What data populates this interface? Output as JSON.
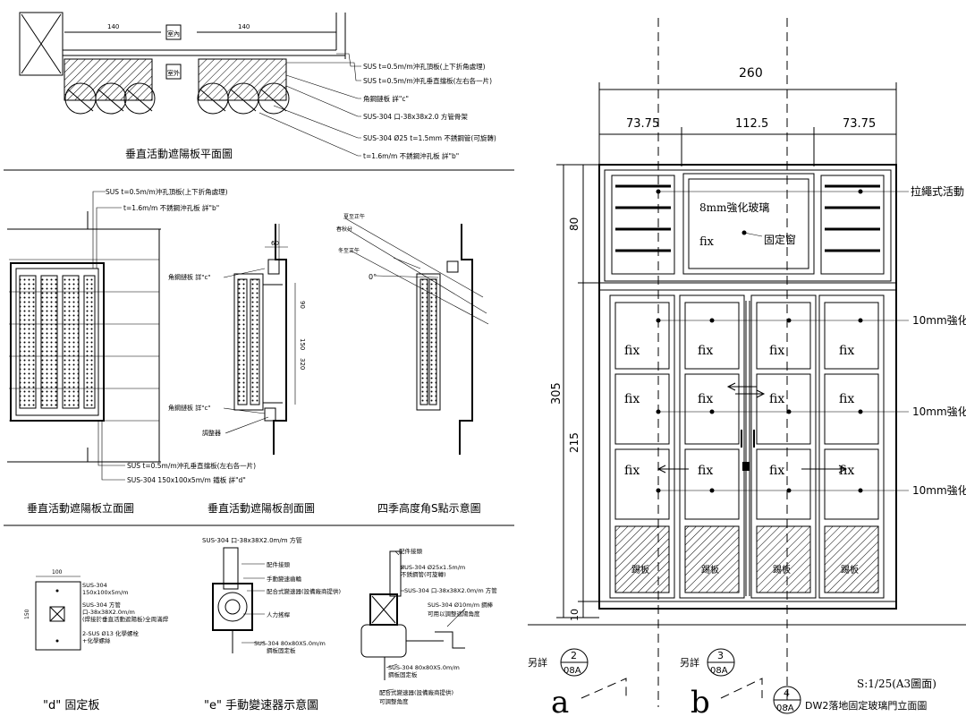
{
  "left": {
    "plan": {
      "title": "垂直活動遮陽板平面圖",
      "dim_left": "140",
      "dim_right": "140",
      "center_top": "室內",
      "center_bottom": "室外",
      "callouts": [
        "SUS t=0.5m/m沖孔頂板(上下折角處理)",
        "SUS t=0.5m/m沖孔垂直擋板(左右各一片)",
        "角鋼鏈板 詳\"c\"",
        "SUS-304 口-38x38x2.0 方管骨架",
        "SUS-304 Ø25 t=1.5mm 不銹鋼管(可旋轉)",
        "t=1.6m/m 不銹鋼沖孔板 詳\"b\""
      ]
    },
    "elevation": {
      "title": "垂直活動遮陽板立面圖",
      "callout_1": "SUS t=0.5m/m沖孔頂板(上下折角處理)",
      "callout_2": "t=1.6m/m 不銹鋼沖孔板 詳\"b\"",
      "callout_3": "SUS t=0.5m/m沖孔垂直擋板(左右各一片)",
      "callout_4": "SUS-304 150x100x5m/m 鐵板 詳\"d\""
    },
    "section": {
      "title": "垂直活動遮陽板剖面圖",
      "dim_top": "60",
      "dim_a": "90",
      "dim_b": "150",
      "dim_c": "320",
      "callout_c1": "角鋼鏈板 詳\"c\"",
      "callout_c2": "角鋼鏈板 詳\"c\"",
      "label_device": "調整器"
    },
    "sun": {
      "title": "四季高度角S點示意圖",
      "label_1": "夏至正午",
      "label_2": "春秋分",
      "label_3": "冬至正午",
      "zero": "0°"
    },
    "detail_d": {
      "title": "\"d\" 固定板",
      "dim_top": "100",
      "dim_side": "150",
      "notes": [
        "SUS-304",
        "150x100x5m/m",
        "SUS-304 方管",
        "口-38x38X2.0m/m",
        "(焊接於垂直活動遮陽板)全周滿焊",
        "2-SUS Ø13 化學螺栓",
        "+化學螺絲"
      ]
    },
    "detail_e": {
      "title": "\"e\" 手動變速器示意圖",
      "top_note": "SUS-304 口-38x38X2.0m/m 方管",
      "notes": [
        "配件接頭",
        "手動變速齒輪",
        "配合式變速器(設備廠商提供)",
        "人力搖桿",
        "SUS-304 80x80X5.0m/m",
        "鋼板固定板"
      ]
    },
    "detail_f": {
      "notes": [
        "配件接頭",
        "SUS-304 Ø25x1.5m/m",
        "不銹鋼管(可旋轉)",
        "SUS-304 口-38x38X2.0m/m 方管",
        "SUS-304 Ø10m/m 鋼棒",
        "可用以調整遮陽角度",
        "SUS-304 80x80X5.0m/m",
        "鋼板固定板",
        "配合式變速器(設備廠商提供)",
        "可調整角度"
      ]
    }
  },
  "right": {
    "dims": {
      "total_width": "260",
      "w1": "73.75",
      "w2": "112.5",
      "w3": "73.75",
      "h_total": "305",
      "h_top": "80",
      "h_mid": "215",
      "h_bot": "10"
    },
    "labels": {
      "glass8": "8mm強化玻璃",
      "fix": "fix",
      "fixed_window": "固定窗",
      "blind_callout": "拉繩式活動",
      "glass10_1": "10mm強化玻",
      "glass10_2": "10mm強化玻",
      "glass10_3": "10mm強化玻",
      "kick": "踢板"
    },
    "detail_refs": [
      {
        "word": "另詳",
        "num": "2",
        "sheet": "08A"
      },
      {
        "word": "另詳",
        "num": "3",
        "sheet": "08A"
      },
      {
        "word": "",
        "num": "4",
        "sheet": "08A"
      }
    ],
    "section_marks": [
      "a",
      "b"
    ],
    "scale": "S:1/25(A3圖面)",
    "title": "DW2落地固定玻璃門立面圖"
  }
}
